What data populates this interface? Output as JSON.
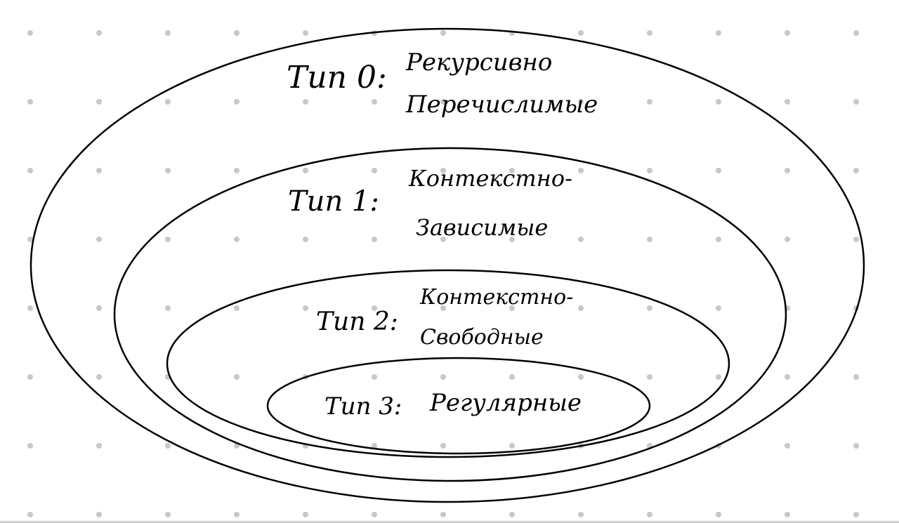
{
  "colors": {
    "background": "#ffffff",
    "ink": "#000000",
    "grid_dot": "#c8c8c8"
  },
  "diagram": {
    "type": "nested-ellipses",
    "levels": [
      {
        "label": "Тип 0:",
        "lines": [
          "Рекурсивно",
          "Перечислимые"
        ]
      },
      {
        "label": "Тип 1:",
        "lines": [
          "Контекстно-",
          "Зависимые"
        ]
      },
      {
        "label": "Тип 2:",
        "lines": [
          "Контекстно-",
          "Свободные"
        ]
      },
      {
        "label": "Тип 3:",
        "lines": [
          "Регулярные"
        ]
      }
    ]
  }
}
